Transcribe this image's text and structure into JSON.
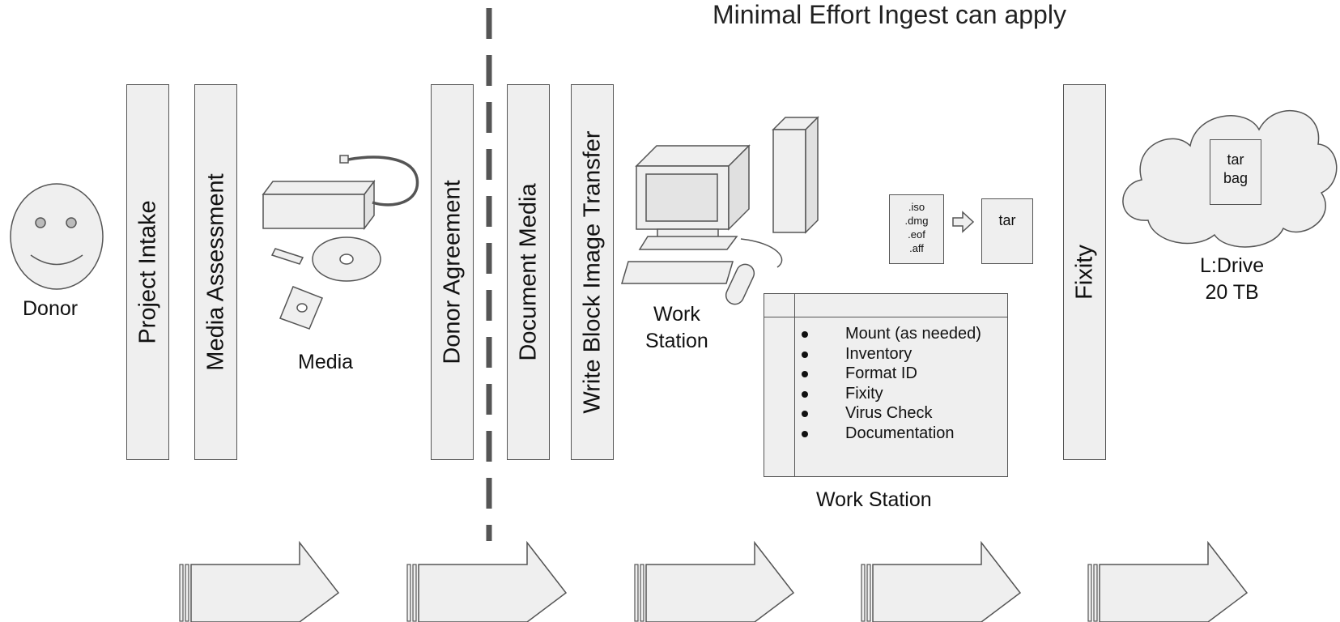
{
  "header": "Minimal Effort Ingest can apply",
  "donor_label": "Donor",
  "media_label": "Media",
  "pillars": [
    {
      "label": "Project Intake"
    },
    {
      "label": "Media Assessment"
    },
    {
      "label": "Donor Agreement"
    },
    {
      "label": "Document Media"
    },
    {
      "label": "Write Block Image Transfer"
    },
    {
      "label": "Fixity"
    }
  ],
  "workstation": {
    "computer_label_line1": "Work",
    "computer_label_line2": "Station",
    "panel_label": "Work Station",
    "steps": [
      "Mount (as needed)",
      "Inventory",
      "Format ID",
      "Fixity",
      "Virus Check",
      "Documentation"
    ]
  },
  "files": {
    "image_formats": [
      ".iso",
      ".dmg",
      ".eof",
      ".aff"
    ],
    "tar_label": "tar",
    "bag_line1": "tar",
    "bag_line2": "bag"
  },
  "storage": {
    "line1": "L:Drive",
    "line2": "20 TB"
  },
  "colors": {
    "fill": "#efefef",
    "stroke": "#555555",
    "divider": "#555555"
  }
}
